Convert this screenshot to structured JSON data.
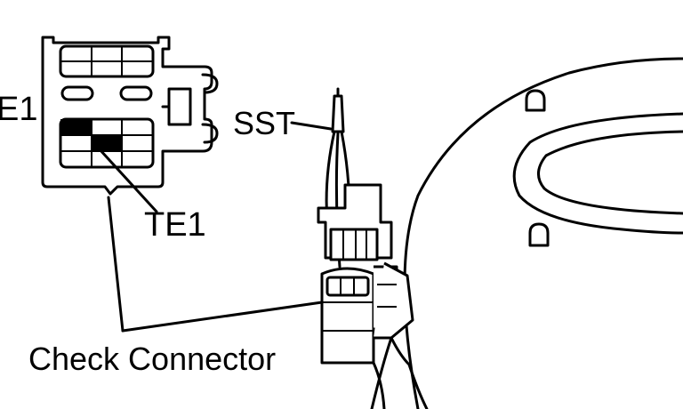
{
  "labels": {
    "e1": "E1",
    "sst": "SST",
    "te1": "TE1",
    "check_connector": "Check Connector"
  },
  "colors": {
    "ink": "#000000",
    "paper": "#ffffff"
  }
}
